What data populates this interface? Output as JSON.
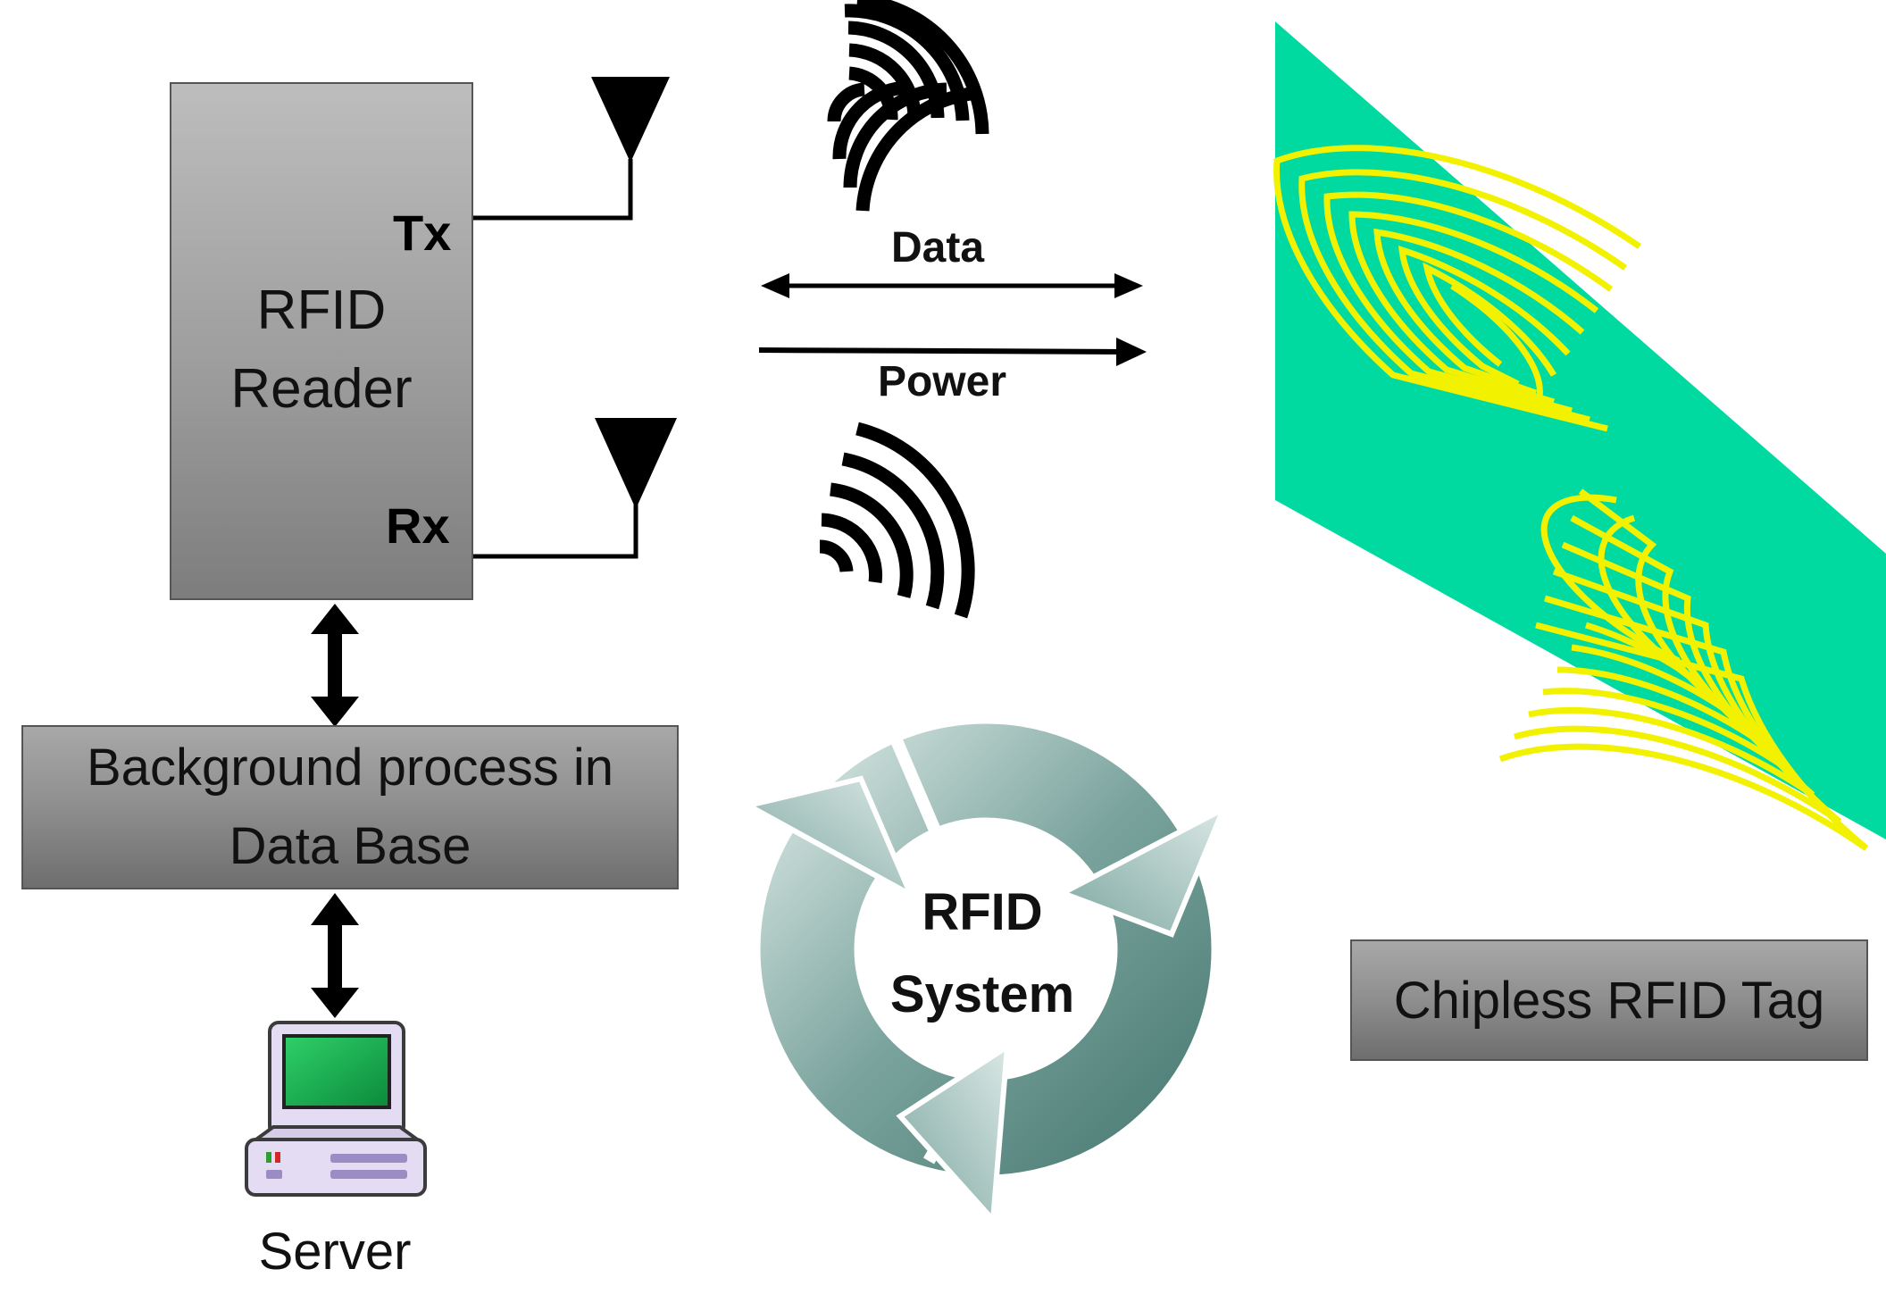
{
  "reader": {
    "title_line1": "RFID",
    "title_line2": "Reader",
    "tx_label": "Tx",
    "rx_label": "Rx"
  },
  "links": {
    "data_label": "Data",
    "power_label": "Power"
  },
  "database": {
    "line1": "Background process in",
    "line2": "Data Base"
  },
  "server": {
    "label": "Server"
  },
  "cycle": {
    "line1": "RFID",
    "line2": "System"
  },
  "tag": {
    "label": "Chipless RFID Tag"
  },
  "colors": {
    "tag_substrate": "#00d9a0",
    "tag_trace": "#f2f200",
    "cycle_dark": "#5f8a84",
    "cycle_light": "#c9dbd8"
  }
}
